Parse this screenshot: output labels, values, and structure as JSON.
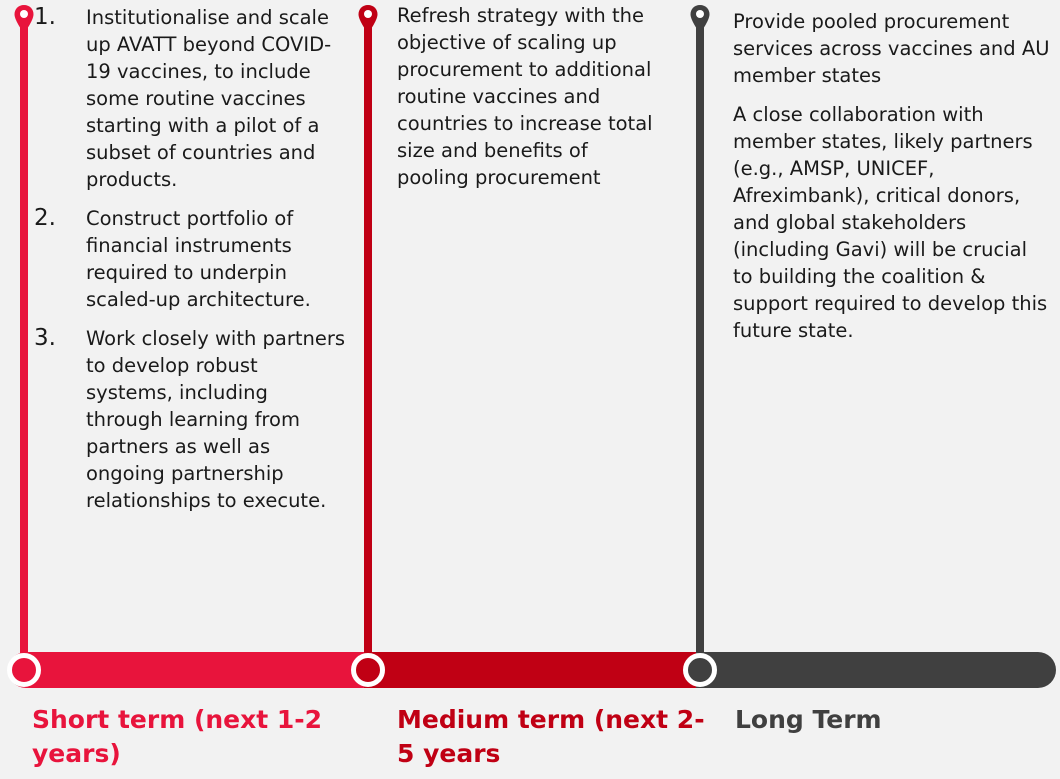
{
  "colors": {
    "short": "#e8143c",
    "medium": "#c00014",
    "long": "#404040"
  },
  "phases": {
    "short": {
      "label": "Short term (next 1-2 years)",
      "items": [
        {
          "num": "1.",
          "text": "Institutionalise and scale up AVATT beyond COVID-19 vaccines, to include some routine vaccines starting with a pilot of a subset of countries and products."
        },
        {
          "num": "2.",
          "text": "Construct portfolio of financial instruments required to underpin scaled-up architecture."
        },
        {
          "num": "3.",
          "text": "Work closely with partners to develop robust systems, including through learning from partners as well as ongoing partnership relationships to execute."
        }
      ]
    },
    "medium": {
      "label": "Medium term (next 2-5 years",
      "text": "Refresh strategy with the objective of scaling up procurement to additional routine vaccines and countries to increase total size and benefits of pooling procurement"
    },
    "long": {
      "label": "Long Term",
      "paragraphs": [
        "Provide pooled procurement services across vaccines and AU member states",
        "A close collaboration with member states, likely partners (e.g., AMSP, UNICEF, Afreximbank), critical donors, and global stakeholders (including Gavi) will be crucial to building the coalition & support required to develop this future state."
      ]
    }
  }
}
